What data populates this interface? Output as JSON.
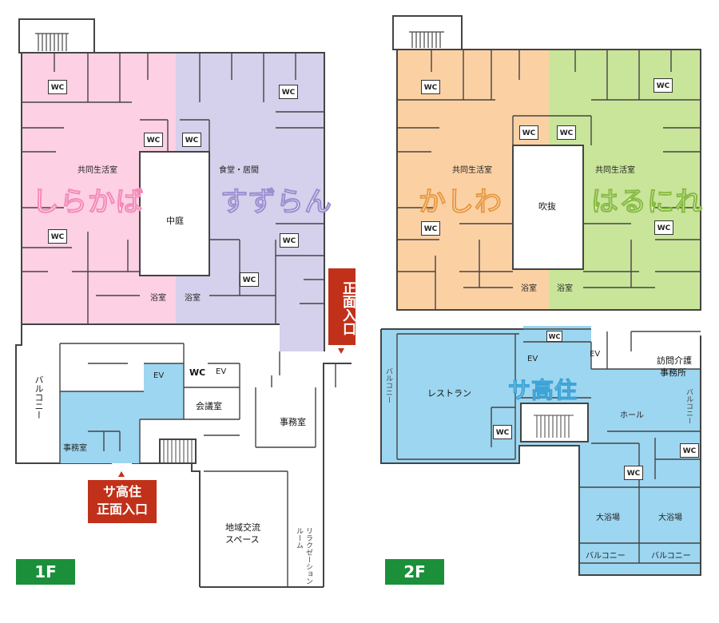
{
  "floor1": {
    "tag": "1F",
    "zones": {
      "shirakaba": "しらかば",
      "suzuran": "すずらん"
    },
    "rooms": {
      "common_room": "共同生活室",
      "dining": "食堂・居間",
      "courtyard": "中庭",
      "bath_left": "浴室",
      "bath_right": "浴室",
      "balcony": "バルコニー",
      "office_left": "事務室",
      "meeting": "会議室",
      "office_right": "事務室",
      "community": "地域交流",
      "community2": "スペース",
      "recreation": "リラクゼーション",
      "recreation2": "ルーム",
      "ev1": "EV",
      "ev2": "EV",
      "wc": "WC"
    },
    "entrance_main": "正面入口",
    "entrance_sako_1": "サ高住",
    "entrance_sako_2": "正面入口"
  },
  "floor2": {
    "tag": "2F",
    "zones": {
      "kashiwa": "かしわ",
      "harunire": "はるにれ",
      "sako": "サ高住"
    },
    "rooms": {
      "common_left": "共同生活室",
      "common_right": "共同生活室",
      "atrium": "吹抜",
      "bath_left": "浴室",
      "bath_right": "浴室",
      "restaurant": "レストラン",
      "hall": "ホール",
      "balcony_left": "バルコニー",
      "balcony_right": "バルコニー",
      "visiting_care_1": "訪問介護",
      "visiting_care_2": "事務所",
      "ev": "EV",
      "large_bath_1": "大浴場",
      "large_bath_2": "大浴場",
      "balcony_bottom_1": "バルコニー",
      "balcony_bottom_2": "バルコニー",
      "wc": "WC"
    }
  },
  "colors": {
    "shirakaba": "#fdd0e3",
    "suzuran": "#d5d0ec",
    "kashiwa": "#fbd1a4",
    "harunire": "#c9e59a",
    "sako": "#9dd6f0",
    "entrance": "#c1311a",
    "floor_tag": "#1b8f3a"
  }
}
